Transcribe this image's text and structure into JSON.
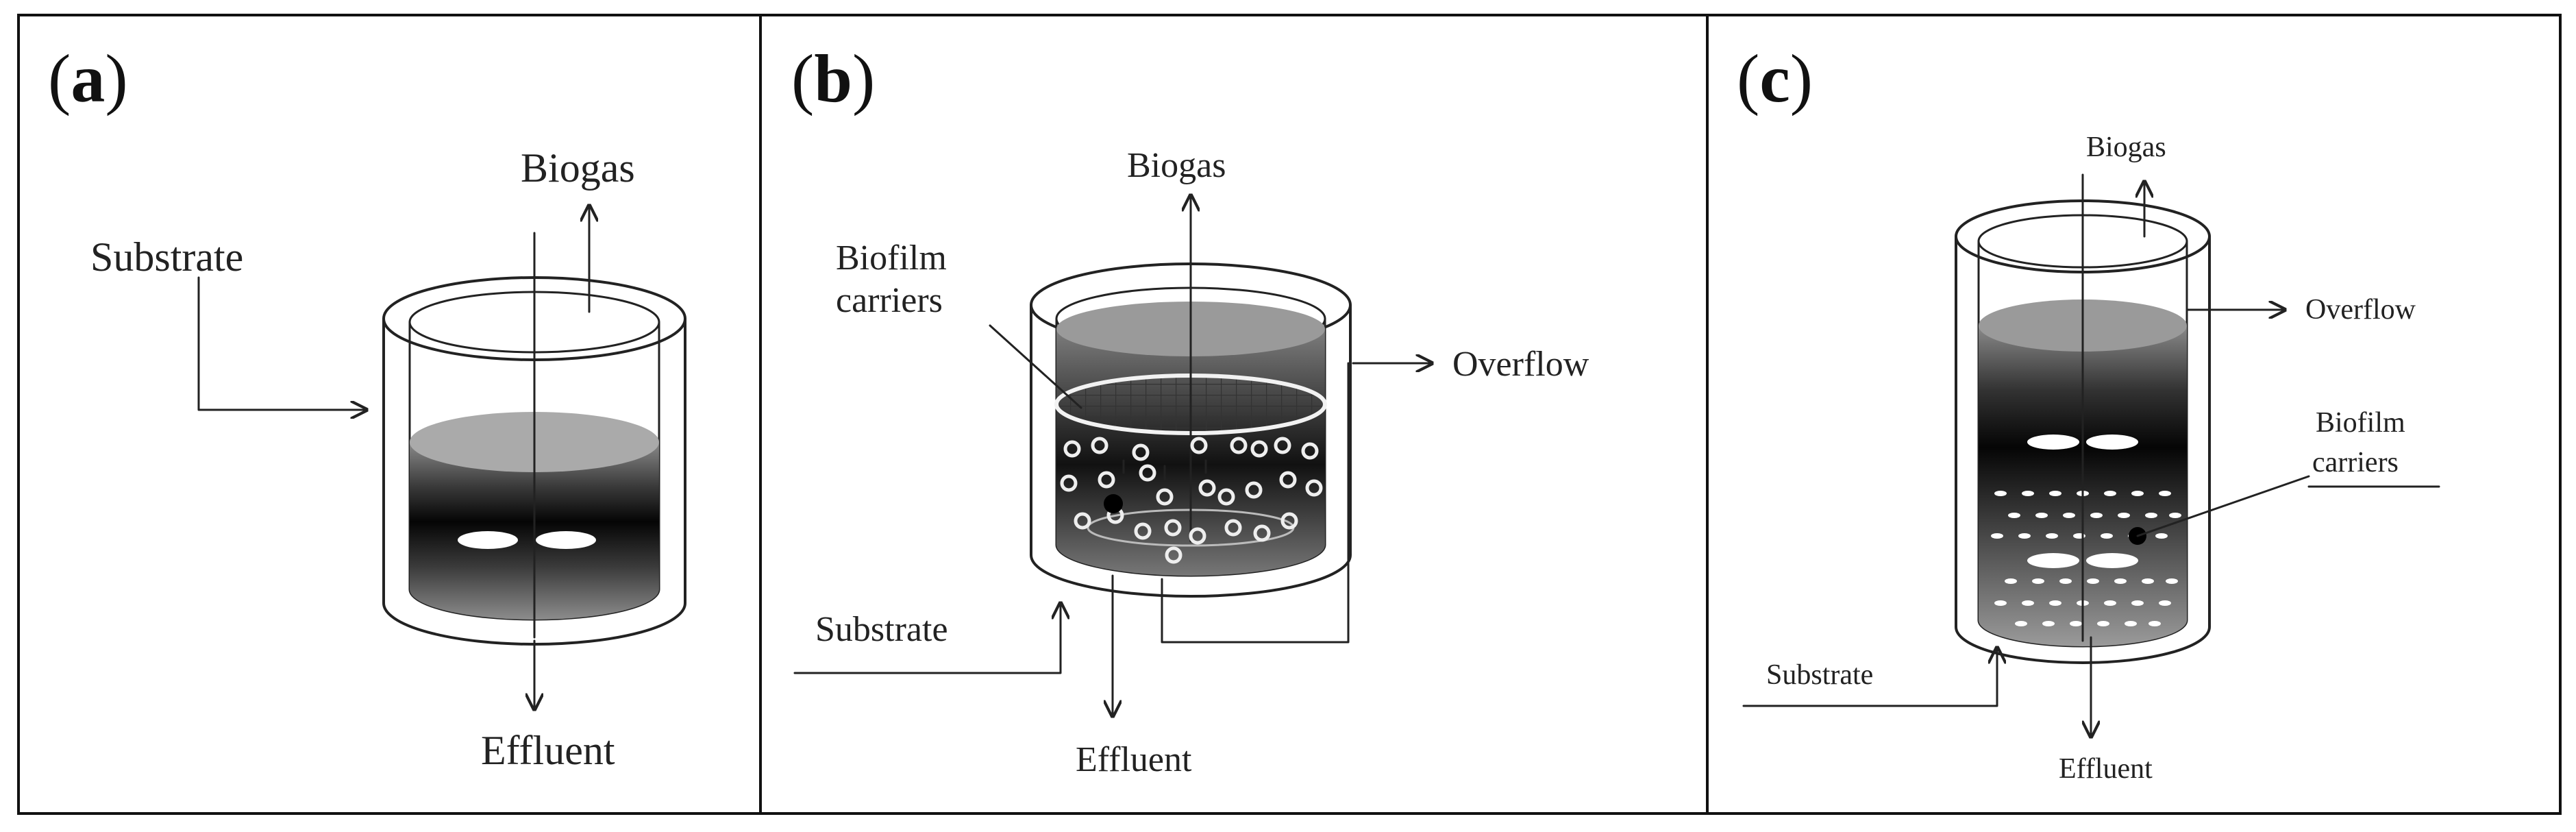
{
  "panels": [
    {
      "label": "a",
      "texts": {
        "biogas": "Biogas",
        "substrate": "Substrate",
        "effluent": "Effluent"
      }
    },
    {
      "label": "b",
      "texts": {
        "biogas": "Biogas",
        "biofilm_line1": "Biofilm",
        "biofilm_line2": "carriers",
        "overflow": "Overflow",
        "substrate": "Substrate",
        "effluent": "Effluent"
      }
    },
    {
      "label": "c",
      "texts": {
        "biogas": "Biogas",
        "overflow": "Overflow",
        "biofilm_line1": "Biofilm",
        "biofilm_line2": "carriers",
        "substrate": "Substrate",
        "effluent": "Effluent"
      }
    }
  ]
}
